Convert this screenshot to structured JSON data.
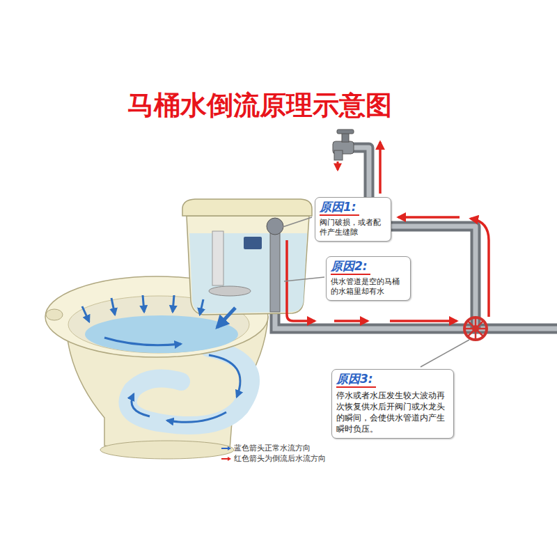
{
  "diagram": {
    "title": "马桶水倒流原理示意图",
    "nodes": [
      {
        "text": [
          "原因1:",
          "阀门破损，或者配件产生缝隙"
        ]
      },
      {
        "text": [
          "原因2:",
          "供水管道是空的马桶的水箱里却有水"
        ]
      },
      {
        "text": [
          "原因3:",
          "停水或者水压发生较大波动再次恢复供水后开阀门或水龙头的瞬间，会使供水管道内产生瞬时负压。"
        ]
      }
    ],
    "legend": [
      {
        "text": "蓝色箭头正常水流方向",
        "color": "#2a62c4"
      },
      {
        "text": "红色箭头为倒流后水流方向",
        "color": "#e0241f"
      }
    ]
  }
}
